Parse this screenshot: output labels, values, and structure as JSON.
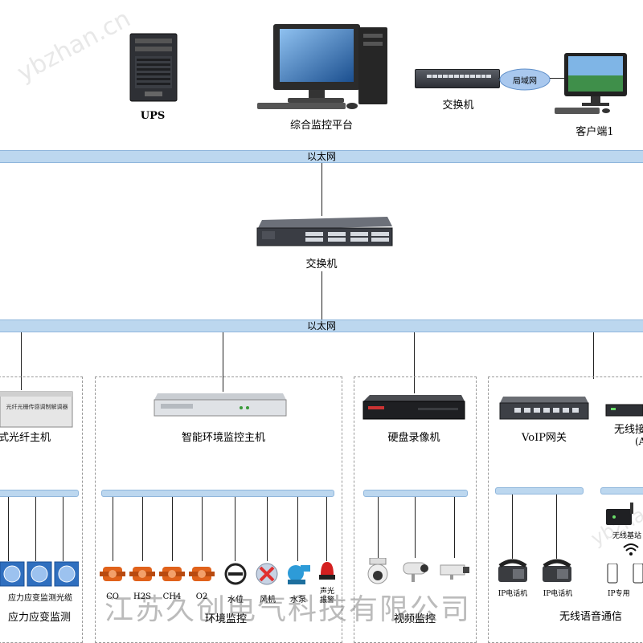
{
  "watermarks": {
    "company": "江苏久创电气科技有限公司",
    "diag_top": "ybzhan.cn",
    "diag_bottom": "ybzhan.cn"
  },
  "top": {
    "ups": "UPS",
    "platform": "综合监控平台",
    "switch": "交换机",
    "wan": "局域网",
    "client": "客户端1"
  },
  "bus1": "以太网",
  "core_switch": "交换机",
  "bus2": "以太网",
  "sections": {
    "fiber": {
      "title": "式光纤主机",
      "device_text": "光纤光栅传感调制解调器",
      "sensor_label": "应力应变监测光缆",
      "footer": "应力应变监测"
    },
    "env": {
      "title": "智能环境监控主机",
      "sensors": [
        "CO",
        "H2S",
        "CH4",
        "O2",
        "水位",
        "风机",
        "水泵",
        "声光报警"
      ],
      "footer": "环境监控"
    },
    "video": {
      "title": "硬盘录像机",
      "footer": "视频监控"
    },
    "voice": {
      "title_voip": "VoIP网关",
      "title_wireless": "无线接入",
      "title_wireless_sub": "(AP",
      "phone1": "IP电话机",
      "phone2": "IP电话机",
      "base_station": "无线基站",
      "ip_phone": "IP专用",
      "footer": "无线语音通信"
    }
  }
}
